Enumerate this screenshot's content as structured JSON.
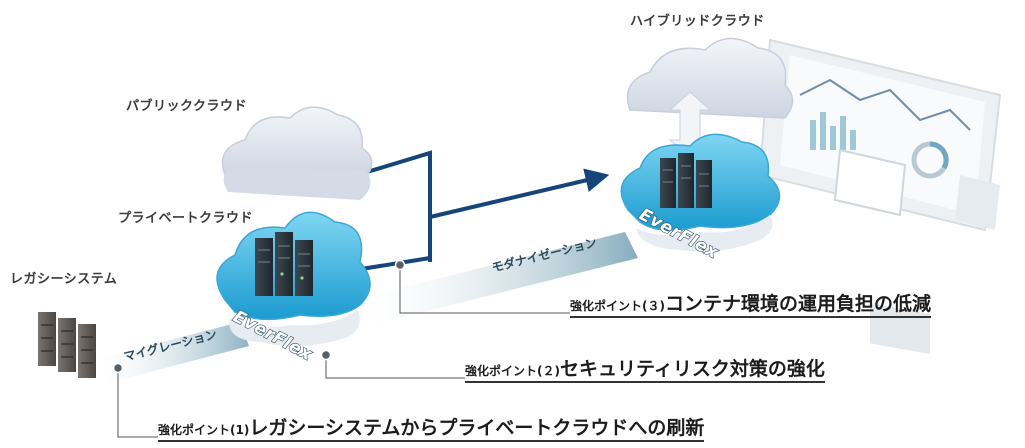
{
  "labels": {
    "legacy_system": "レガシーシステム",
    "private_cloud": "プライベートクラウド",
    "public_cloud": "パブリッククラウド",
    "hybrid_cloud": "ハイブリッドクラウド"
  },
  "arrows": {
    "migration": "マイグレーション",
    "modernization": "モダナイゼーション"
  },
  "brand": {
    "private_cloud": "EverFlex",
    "hybrid_cloud": "EverFlex"
  },
  "points": [
    {
      "prefix": "強化ポイント(1)",
      "title": "レガシーシステムからプライベートクラウドへの刷新"
    },
    {
      "prefix": "強化ポイント(２)",
      "title": "セキュリティリスク対策の強化"
    },
    {
      "prefix": "強化ポイント(３)",
      "title": "コンテナ環境の運用負担の低減"
    }
  ],
  "colors": {
    "connector": "#16457a",
    "cloud_blue": "#38b6e2",
    "cloud_gray": "#dde3ee",
    "arrow_band": "#9fc0cc"
  }
}
